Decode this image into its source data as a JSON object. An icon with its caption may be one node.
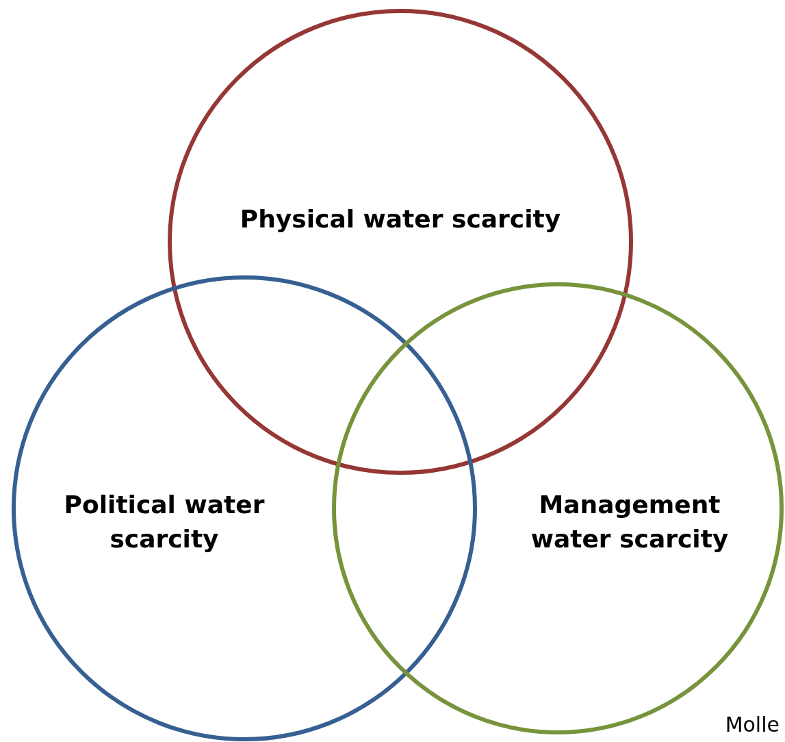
{
  "diagram": {
    "nodes": [
      {
        "text": [
          "Physical water scarcity"
        ]
      },
      {
        "text": [
          "Political water scarcity"
        ]
      },
      {
        "text": [
          "Management water scarcity"
        ]
      }
    ],
    "labels": [
      "Molle"
    ]
  }
}
